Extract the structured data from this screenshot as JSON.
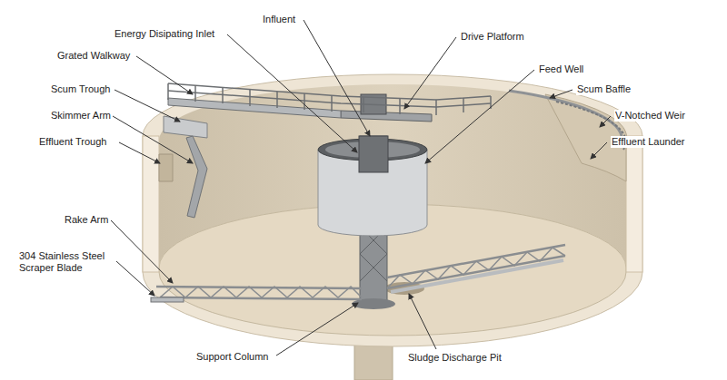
{
  "diagram": {
    "labels": [
      "Influent",
      "Energy Disipating Inlet",
      "Drive Platform",
      "Grated Walkway",
      "Feed Well",
      "Scum Trough",
      "Scum Baffle",
      "Skimmer Arm",
      "V-Notched Weir",
      "Effluent Trough",
      "Effluent Launder",
      "Rake Arm",
      "304 Stainless Steel Scraper Blade",
      "Support Column",
      "Sludge Discharge Pit"
    ]
  }
}
